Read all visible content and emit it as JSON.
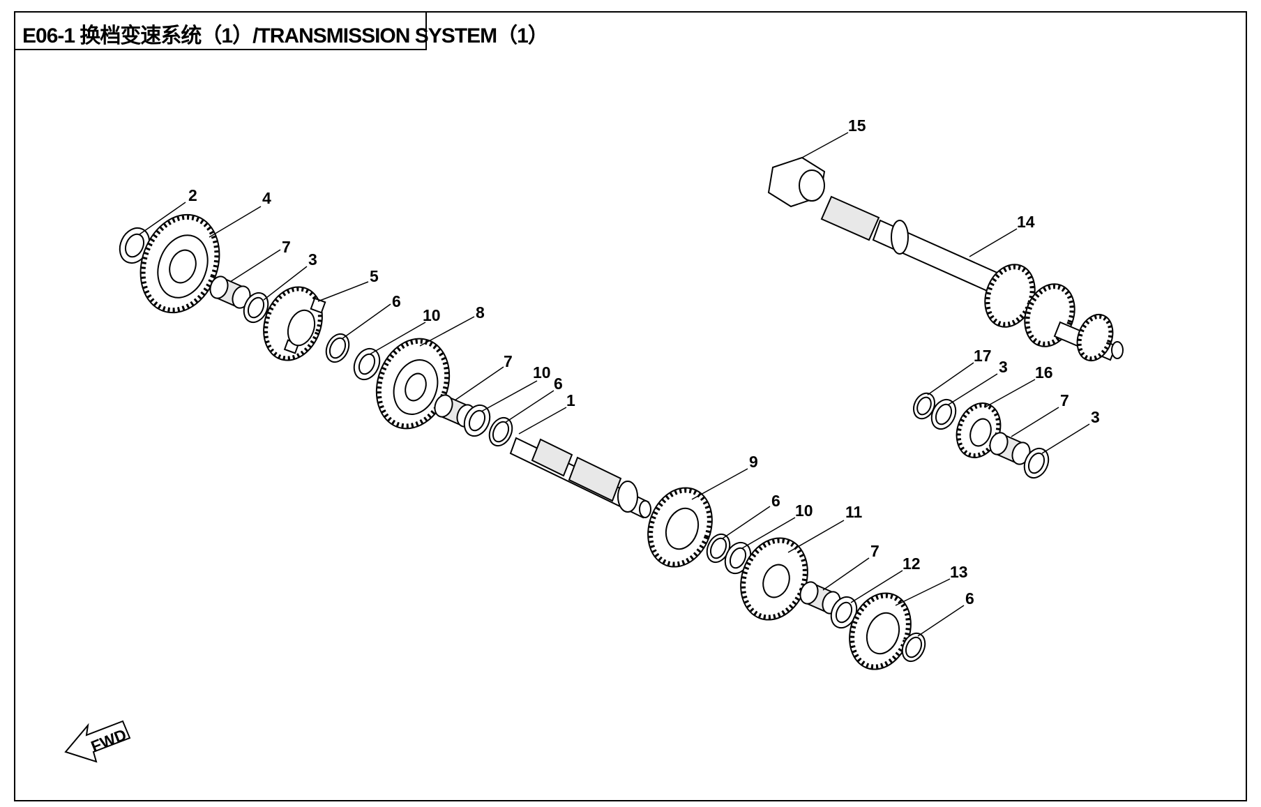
{
  "title": "E06-1 换档变速系统（1）/TRANSMISSION SYSTEM（1）",
  "fwd_label": "FWD",
  "callouts": {
    "c1": "1",
    "c2": "2",
    "c3a": "3",
    "c3b": "3",
    "c3c": "3",
    "c4": "4",
    "c5": "5",
    "c6a": "6",
    "c6b": "6",
    "c6c": "6",
    "c6d": "6",
    "c7a": "7",
    "c7b": "7",
    "c7c": "7",
    "c7d": "7",
    "c8": "8",
    "c9": "9",
    "c10a": "10",
    "c10b": "10",
    "c10c": "10",
    "c11": "11",
    "c12": "12",
    "c13": "13",
    "c14": "14",
    "c15": "15",
    "c16": "16",
    "c17": "17"
  }
}
